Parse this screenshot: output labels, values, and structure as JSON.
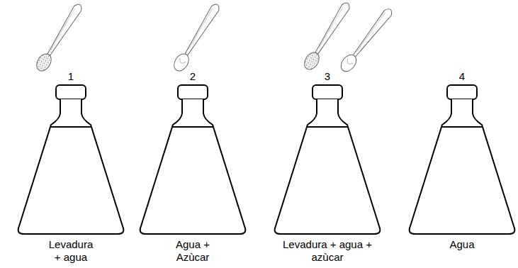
{
  "diagram": {
    "labels": [
      "1",
      "2",
      "3",
      "4",
      "Levadura + agua",
      "Agua + Azùcar",
      "Levadura + agua + azùcar",
      "Agua"
    ]
  }
}
